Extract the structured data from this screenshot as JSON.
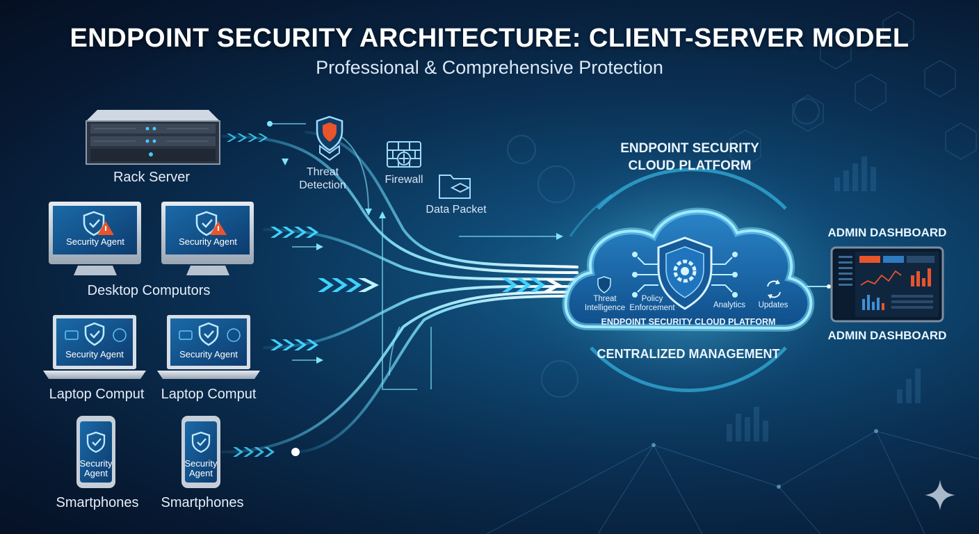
{
  "title": "ENDPOINT SECURITY ARCHITECTURE: CLIENT-SERVER MODEL",
  "subtitle": "Professional & Comprehensive Protection",
  "devices": {
    "rack_server": "Rack Server",
    "desktops": {
      "label": "Desktop Computors",
      "agent": "Security Agent"
    },
    "laptops": {
      "label": "Laptop Comput",
      "agent": "Security Agent"
    },
    "smartphones": {
      "label": "Smartphones",
      "agent_line1": "Security",
      "agent_line2": "Agent"
    }
  },
  "pipeline": {
    "threat_detection_line1": "Threat",
    "threat_detection_line2": "Detection",
    "firewall": "Firewall",
    "data_packet": "Data Packet"
  },
  "cloud": {
    "heading_line1": "ENDPOINT SECURITY",
    "heading_line2": "CLOUD PLATFORM",
    "threat_intel_line1": "Threat",
    "threat_intel_line2": "Intelligence",
    "policy_line1": "Policy",
    "policy_line2": "Enforcement",
    "analytics": "Analytics",
    "updates": "Updates",
    "platform_label": "ENDPOINT SECURITY CLOUD PLATFORM",
    "centralized": "CENTRALIZED MANAGEMENT"
  },
  "admin": {
    "top_label": "ADMIN DASHBOARD",
    "bottom_label": "ADMIN DASHBOARD"
  },
  "colors": {
    "accent": "#3fd2ff",
    "background": "#071a33",
    "alert": "#e8542c",
    "shield": "#8fd8ff"
  }
}
